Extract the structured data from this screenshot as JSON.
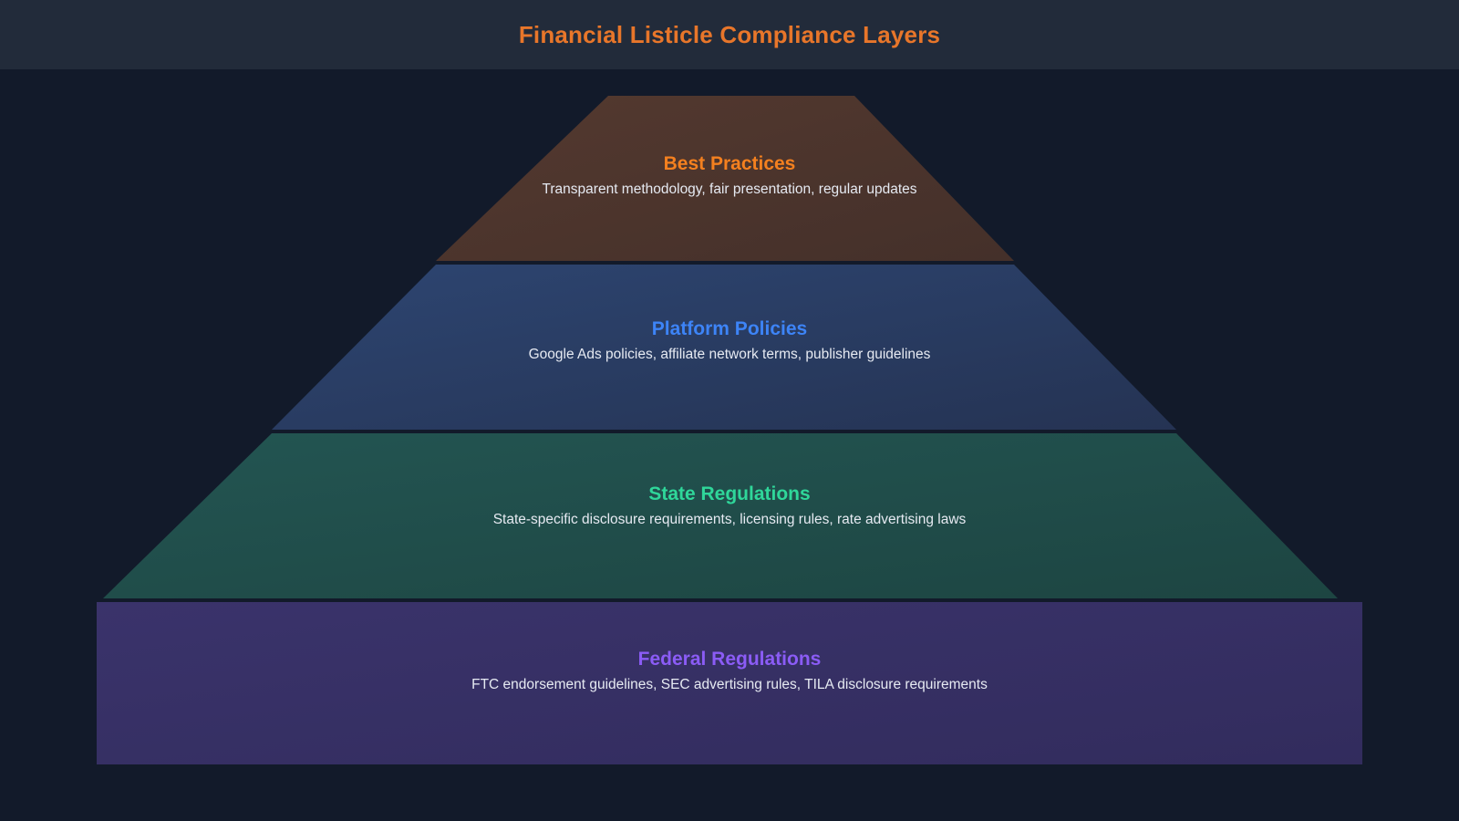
{
  "header": {
    "title": "Financial Listicle Compliance Layers",
    "title_color": "#e8762a",
    "background": "#222b3a"
  },
  "canvas": {
    "background": "#121a2a"
  },
  "diagram": {
    "type": "pyramid",
    "orientation": "apex-up",
    "layer_count": 4,
    "layers": [
      {
        "title": "Best Practices",
        "description": "Transparent methodology, fair presentation, regular updates",
        "title_color": "#f4801f",
        "fill": "#4a332b",
        "fill_light": "#54392f",
        "rank": 1,
        "position": "top"
      },
      {
        "title": "Platform Policies",
        "description": "Google Ads policies, affiliate network terms, publisher guidelines",
        "title_color": "#3d84f7",
        "fill": "#27375e",
        "fill_light": "#2d406c",
        "rank": 2,
        "position": "upper-middle"
      },
      {
        "title": "State Regulations",
        "description": "State-specific disclosure requirements, licensing rules, rate advertising laws",
        "title_color": "#2fd79a",
        "fill": "#1f4a47",
        "fill_light": "#235250",
        "rank": 3,
        "position": "lower-middle"
      },
      {
        "title": "Federal Regulations",
        "description": "FTC endorsement guidelines, SEC advertising rules, TILA disclosure requirements",
        "title_color": "#8b5cf6",
        "fill": "#352f63",
        "fill_light": "#3d3670",
        "rank": 4,
        "position": "base"
      }
    ],
    "description_color": "#e6eaf2",
    "separator_color": "#121a2a"
  }
}
